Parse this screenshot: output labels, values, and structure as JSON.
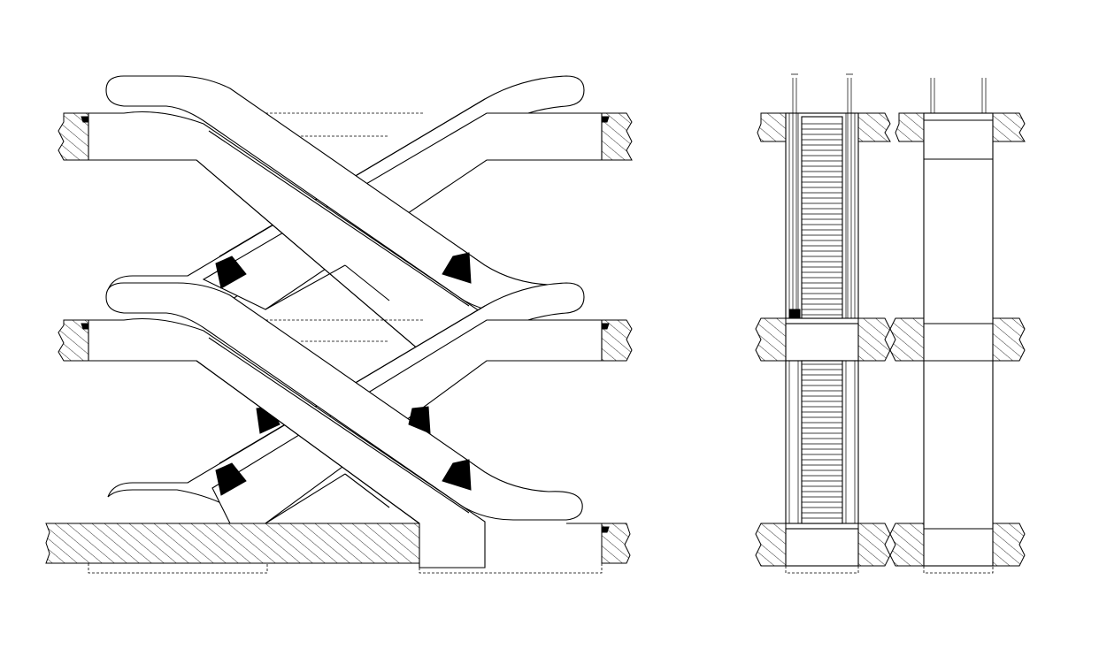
{
  "drawing": {
    "views": [
      "side-elevation",
      "front-section",
      "rear-elevation"
    ],
    "stroke_color": "#000000",
    "background_color": "#ffffff"
  }
}
